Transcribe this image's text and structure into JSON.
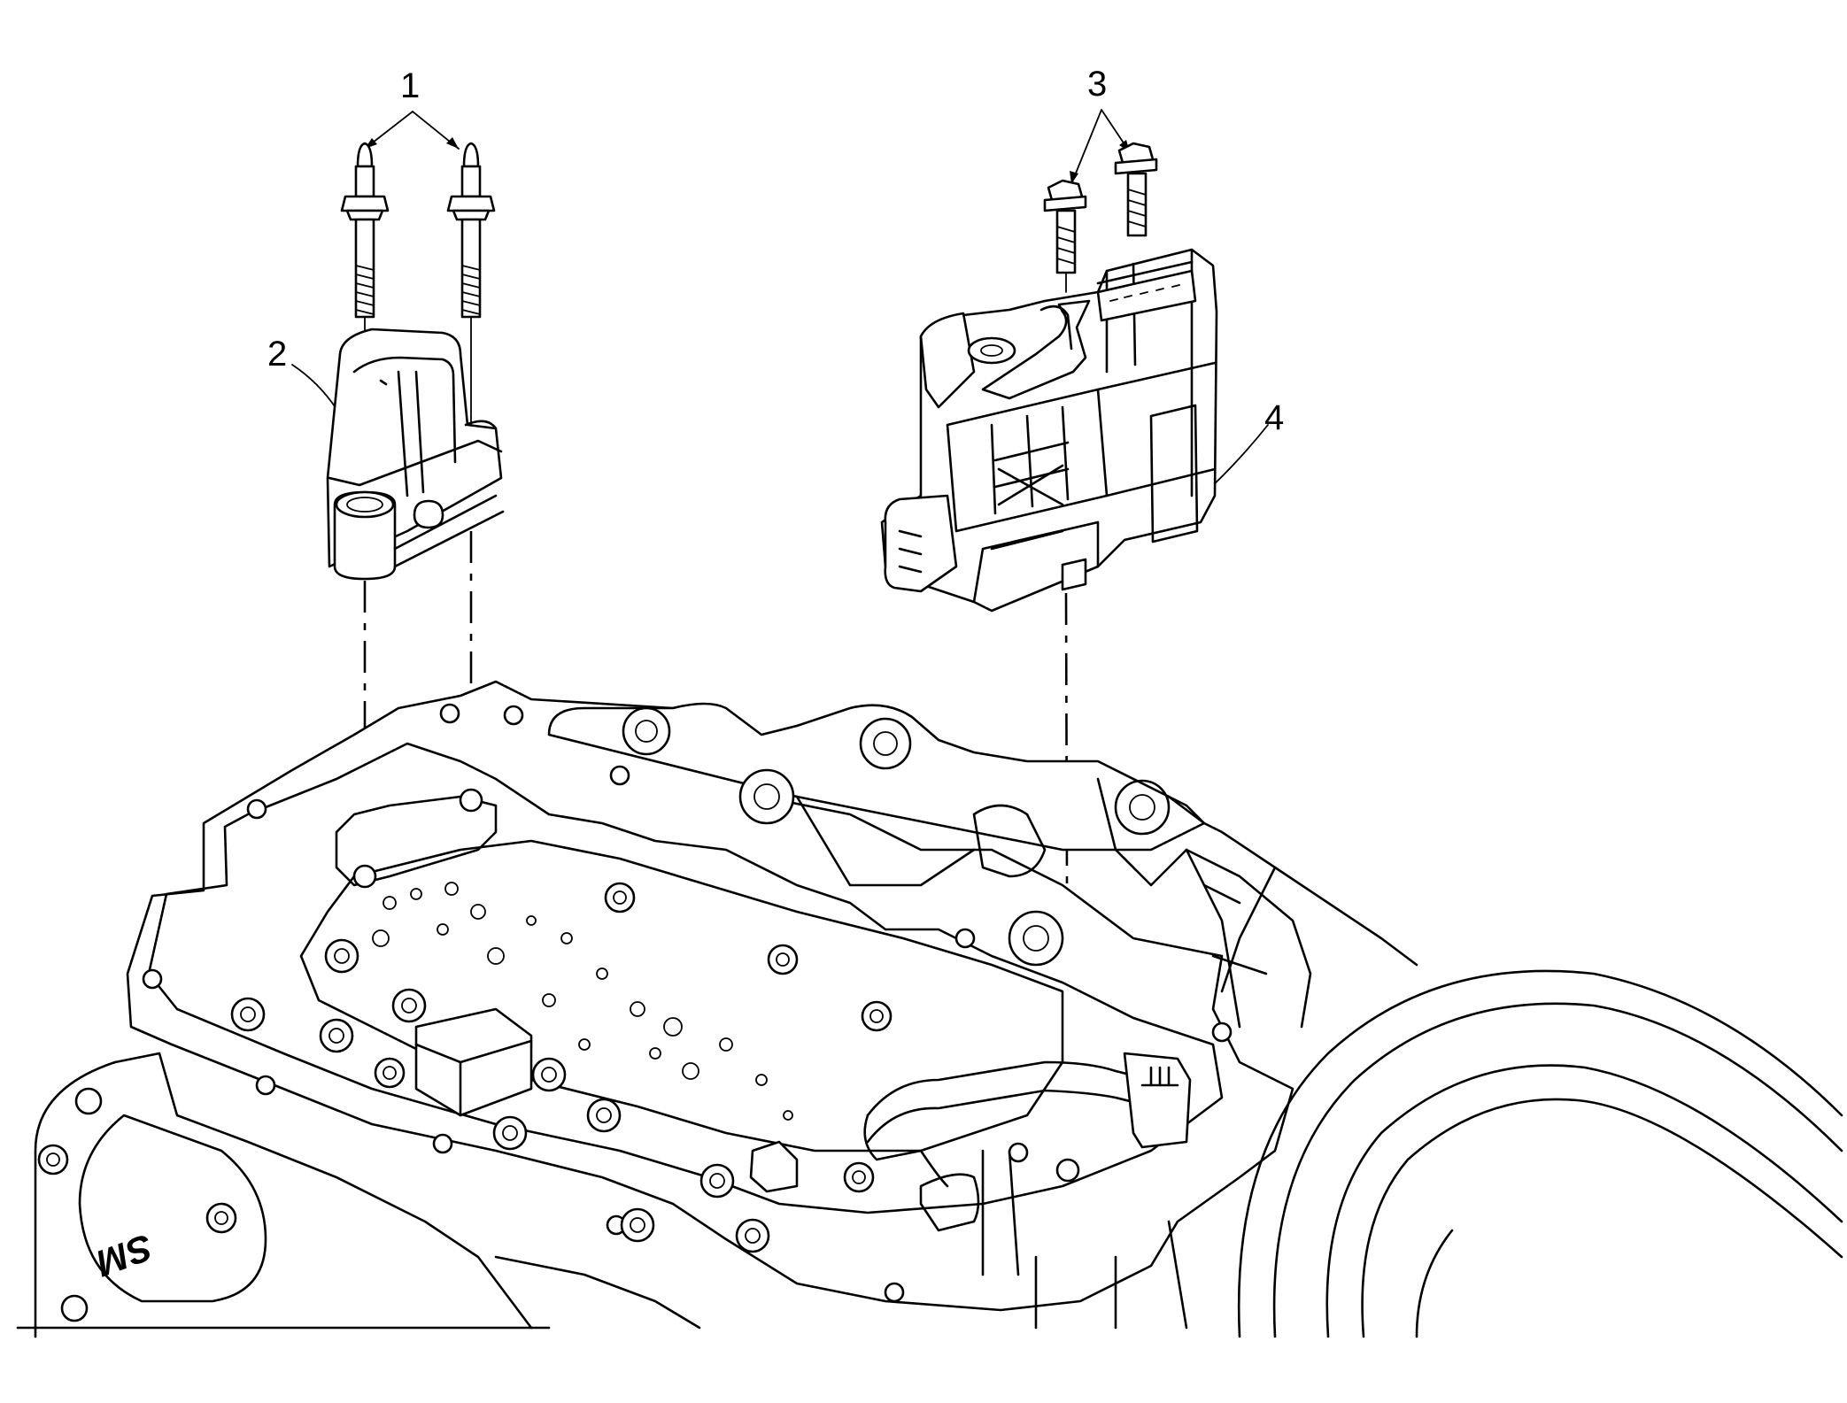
{
  "callouts": {
    "c1": "1",
    "c2": "2",
    "c3": "3",
    "c4": "4"
  },
  "case_marking": "SM",
  "colors": {
    "line": "#000000",
    "background": "#ffffff"
  }
}
